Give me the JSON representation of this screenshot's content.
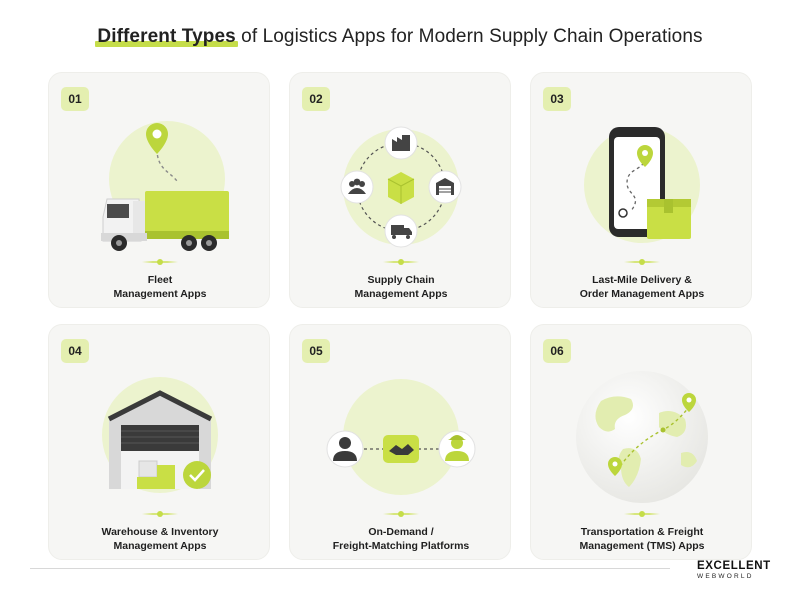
{
  "header": {
    "title_highlight": "Different Types",
    "title_rest": " of Logistics Apps for Modern Supply Chain Operations"
  },
  "colors": {
    "accent": "#c5dd4a",
    "accent_light": "#e4efb0",
    "card_bg": "#f6f6f4",
    "dark": "#2b2b2b"
  },
  "cards": [
    {
      "number": "01",
      "line1": "Fleet",
      "line2": "Management Apps",
      "icon": "truck-icon"
    },
    {
      "number": "02",
      "line1": "Supply Chain",
      "line2": "Management Apps",
      "icon": "network-icon"
    },
    {
      "number": "03",
      "line1": "Last-Mile Delivery &",
      "line2": "Order Management Apps",
      "icon": "phone-route-icon"
    },
    {
      "number": "04",
      "line1": "Warehouse & Inventory",
      "line2": "Management Apps",
      "icon": "warehouse-icon"
    },
    {
      "number": "05",
      "line1": "On-Demand /",
      "line2": "Freight-Matching Platforms",
      "icon": "handshake-icon"
    },
    {
      "number": "06",
      "line1": "Transportation & Freight",
      "line2": "Management (TMS) Apps",
      "icon": "globe-icon"
    }
  ],
  "brand": {
    "line1": "EXCELLENT",
    "line2": "WEBWORLD"
  }
}
